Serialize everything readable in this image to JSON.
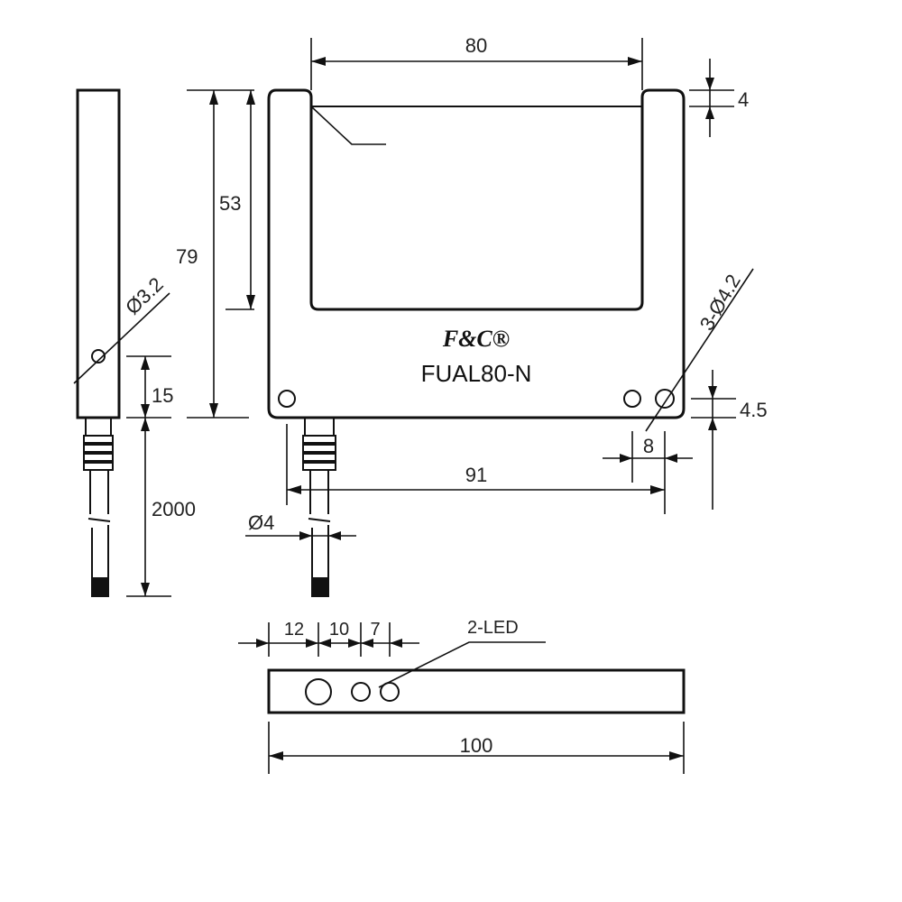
{
  "product": {
    "brand": "F&C®",
    "model": "FUAL80-N"
  },
  "dimensions": {
    "top_width": "80",
    "arm_thickness": "4",
    "slot_depth": "53",
    "total_height": "79",
    "side_hole_dia": "Ø3.2",
    "mount_holes": "3-Ø4.2",
    "hole_edge_offset": "4.5",
    "hole_spacing": "8",
    "hole_span": "91",
    "cable_offset": "15",
    "cable_length": "2000",
    "cable_dia": "Ø4",
    "bottom_spacing": [
      "12",
      "10",
      "7"
    ],
    "led_label": "2-LED",
    "bottom_length": "100"
  }
}
